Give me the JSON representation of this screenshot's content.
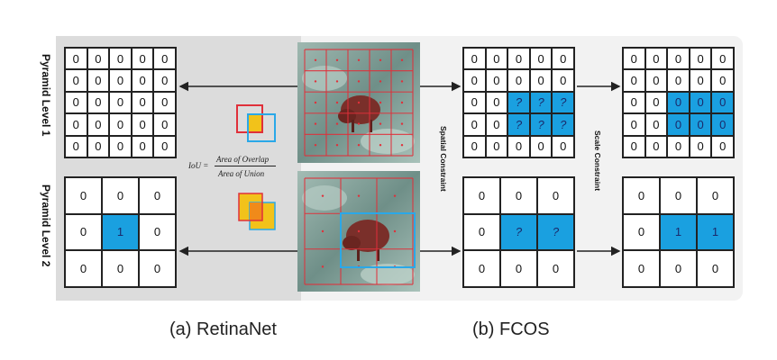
{
  "labels": {
    "pyramid_level_1": "Pyramid Level 1",
    "pyramid_level_2": "Pyramid Level 2",
    "spatial_constraint": "Spatial Constraint",
    "scale_constraint": "Scale Constraint",
    "caption_a": "(a) RetinaNet",
    "caption_b": "(b) FCOS",
    "iou_lhs": "IoU =",
    "iou_numerator": "Area of Overlap",
    "iou_denominator": "Area of Union"
  },
  "grids": {
    "retina_l1": [
      [
        "0",
        "0",
        "0",
        "0",
        "0"
      ],
      [
        "0",
        "0",
        "0",
        "0",
        "0"
      ],
      [
        "0",
        "0",
        "0",
        "0",
        "0"
      ],
      [
        "0",
        "0",
        "0",
        "0",
        "0"
      ],
      [
        "0",
        "0",
        "0",
        "0",
        "0"
      ]
    ],
    "retina_l1_highlight": [],
    "retina_l2": [
      [
        "0",
        "0",
        "0"
      ],
      [
        "0",
        "1",
        "0"
      ],
      [
        "0",
        "0",
        "0"
      ]
    ],
    "retina_l2_highlight": [
      [
        1,
        1
      ]
    ],
    "fcos_spatial_l1": [
      [
        "0",
        "0",
        "0",
        "0",
        "0"
      ],
      [
        "0",
        "0",
        "0",
        "0",
        "0"
      ],
      [
        "0",
        "0",
        "?",
        "?",
        "?"
      ],
      [
        "0",
        "0",
        "?",
        "?",
        "?"
      ],
      [
        "0",
        "0",
        "0",
        "0",
        "0"
      ]
    ],
    "fcos_spatial_l1_highlight": [
      [
        2,
        2
      ],
      [
        2,
        3
      ],
      [
        2,
        4
      ],
      [
        3,
        2
      ],
      [
        3,
        3
      ],
      [
        3,
        4
      ]
    ],
    "fcos_spatial_l2": [
      [
        "0",
        "0",
        "0"
      ],
      [
        "0",
        "?",
        "?"
      ],
      [
        "0",
        "0",
        "0"
      ]
    ],
    "fcos_spatial_l2_highlight": [
      [
        1,
        1
      ],
      [
        1,
        2
      ]
    ],
    "fcos_scale_l1": [
      [
        "0",
        "0",
        "0",
        "0",
        "0"
      ],
      [
        "0",
        "0",
        "0",
        "0",
        "0"
      ],
      [
        "0",
        "0",
        "0",
        "0",
        "0"
      ],
      [
        "0",
        "0",
        "0",
        "0",
        "0"
      ],
      [
        "0",
        "0",
        "0",
        "0",
        "0"
      ]
    ],
    "fcos_scale_l1_highlight": [
      [
        2,
        2
      ],
      [
        2,
        3
      ],
      [
        2,
        4
      ],
      [
        3,
        2
      ],
      [
        3,
        3
      ],
      [
        3,
        4
      ]
    ],
    "fcos_scale_l2": [
      [
        "0",
        "0",
        "0"
      ],
      [
        "0",
        "1",
        "1"
      ],
      [
        "0",
        "0",
        "0"
      ]
    ],
    "fcos_scale_l2_highlight": [
      [
        1,
        1
      ],
      [
        1,
        2
      ]
    ]
  },
  "colors": {
    "highlight": "#1aa0e0",
    "anchor_grid": "#e0303a",
    "box_red": "#e0303a",
    "box_blue": "#2aa8e8",
    "box_yellow": "#f2c21a",
    "overlap_orange": "#f08a1a"
  }
}
